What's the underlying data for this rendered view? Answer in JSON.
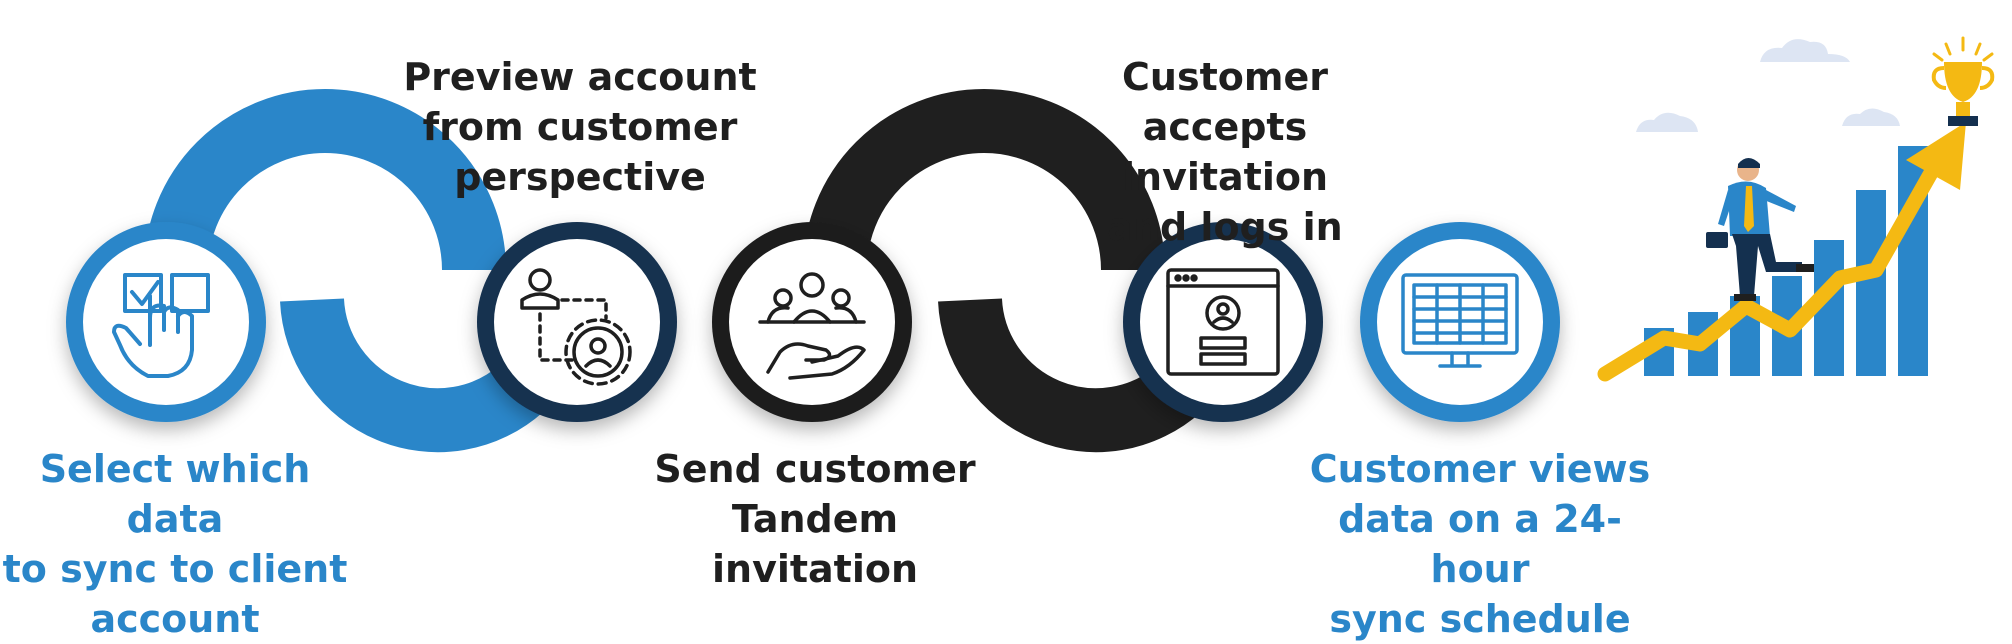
{
  "steps": [
    {
      "label": "Select which data\nto sync to client\naccount",
      "icon": "checkbox-hand-icon"
    },
    {
      "label": "Preview account\nfrom customer\nperspective",
      "icon": "user-gear-icon"
    },
    {
      "label": "Send customer\nTandem\ninvitation",
      "icon": "group-hand-icon"
    },
    {
      "label": "Customer\naccepts invitation\nand logs in",
      "icon": "login-window-icon"
    },
    {
      "label": "Customer views\ndata on a 24-hour\nsync schedule",
      "icon": "spreadsheet-monitor-icon"
    }
  ],
  "colors": {
    "blue": "#2a86c9",
    "dark": "#1f1f1f",
    "navy": "#14304f",
    "gold": "#f4b913",
    "cloud": "#dde5f3"
  },
  "illustration": {
    "icons": [
      "trophy-icon",
      "businessman-icon",
      "growth-arrow-icon",
      "bar-chart-icon",
      "cloud-icon"
    ]
  }
}
